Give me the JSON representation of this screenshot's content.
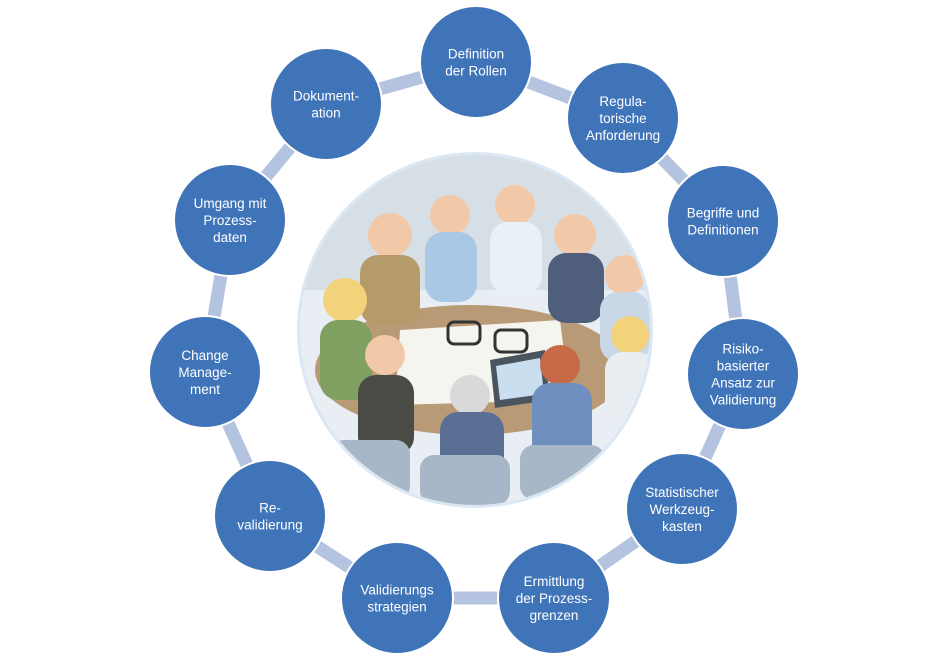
{
  "center_image": {
    "subject": "cartoon of a team meeting around a table with documents and a laptop"
  },
  "colors": {
    "node_fill": "#3f74b9",
    "node_stroke": "#ffffff",
    "connector": "#b4c3df",
    "center_border": "#c5d9ec"
  },
  "nodes": [
    {
      "lines": [
        "Definition",
        "der Rollen"
      ]
    },
    {
      "lines": [
        "Regula-",
        "torische",
        "Anforderung"
      ]
    },
    {
      "lines": [
        "Begriffe und",
        "Definitionen"
      ]
    },
    {
      "lines": [
        "Risiko-",
        "basierter",
        "Ansatz zur",
        "Validierung"
      ]
    },
    {
      "lines": [
        "Statistischer",
        "Werkzeug-",
        "kasten"
      ]
    },
    {
      "lines": [
        "Ermittlung",
        "der Prozess-",
        "grenzen"
      ]
    },
    {
      "lines": [
        "Validierungs",
        "strategien"
      ]
    },
    {
      "lines": [
        "Re-",
        "validierung"
      ]
    },
    {
      "lines": [
        "Change",
        "Manage-",
        "ment"
      ]
    },
    {
      "lines": [
        "Umgang mit",
        "Prozess-",
        "daten"
      ]
    },
    {
      "lines": [
        "Dokument-",
        "ation"
      ]
    }
  ]
}
